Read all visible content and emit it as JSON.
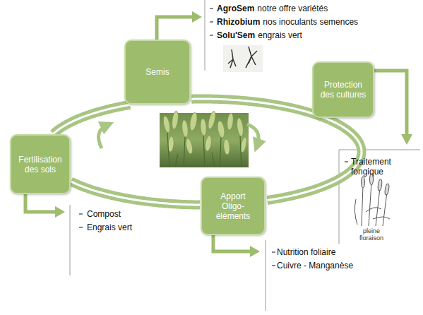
{
  "diagram": {
    "nodes": [
      {
        "text": [
          "Semis"
        ]
      },
      {
        "text": [
          "Protection des cultures"
        ]
      },
      {
        "text": [
          "Apport Oligo-éléments"
        ]
      },
      {
        "text": [
          "Fertilisation des sols"
        ]
      }
    ],
    "edges": [
      {
        "from": 0,
        "to": 1,
        "arrow": "none"
      },
      {
        "from": 1,
        "to": 2,
        "arrow": "none"
      },
      {
        "from": 2,
        "to": 3,
        "arrow": "none"
      },
      {
        "from": 3,
        "to": 0,
        "arrow": "none"
      }
    ],
    "labels": [
      "AgroSem",
      "notre offre variétés",
      "Rhizobium",
      "nos inoculants semences",
      "Solu'Sem",
      "engrais vert",
      "Traitement fongique",
      "pleine floraison",
      "Nutrition foliaire",
      "Cuivre - Manganèse",
      "Compost",
      "Engrais vert"
    ]
  }
}
